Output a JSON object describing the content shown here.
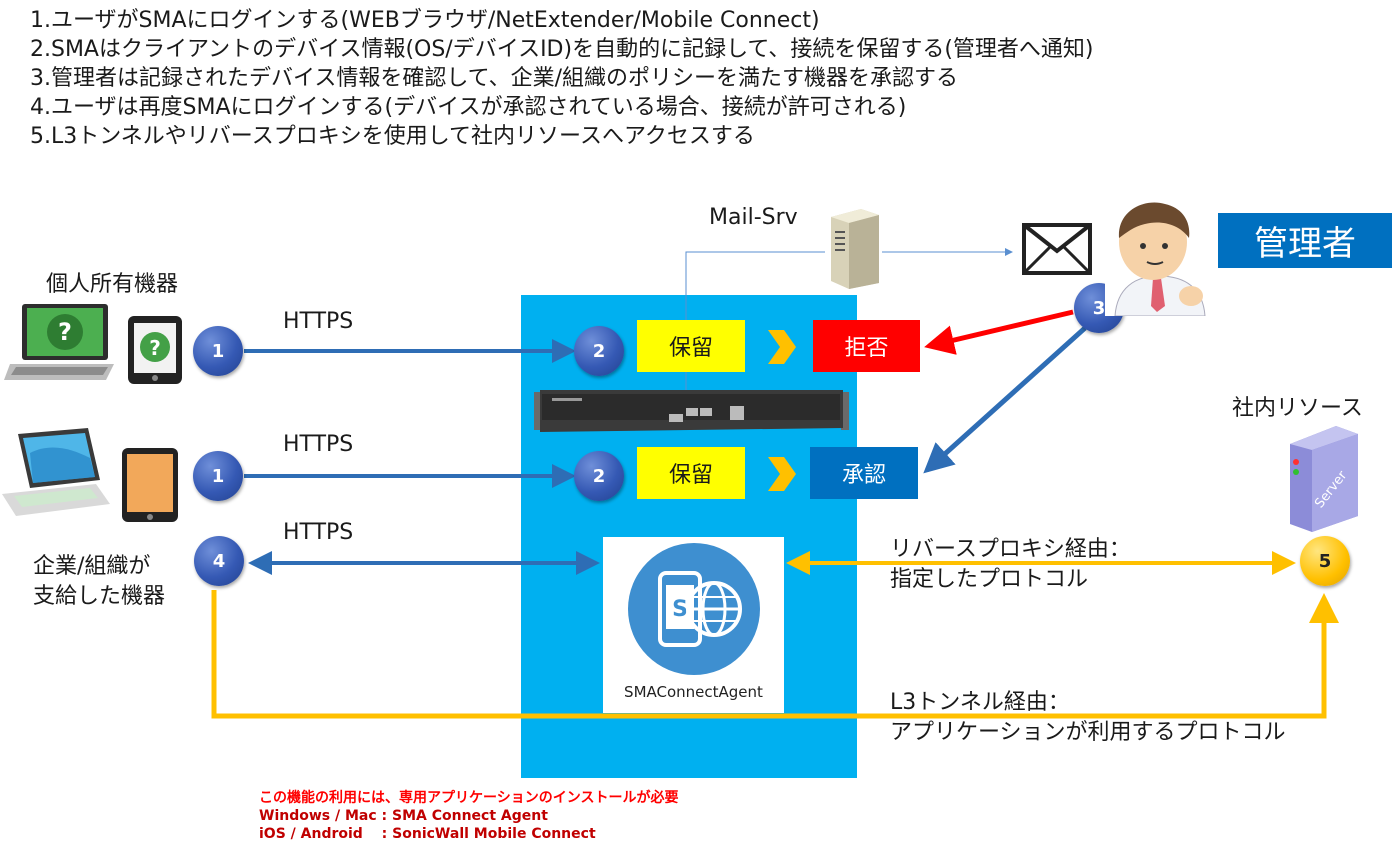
{
  "steps": [
    "1.ユーザがSMAにログインする(WEBブラウザ/NetExtender/Mobile Connect)",
    "2.SMAはクライアントのデバイス情報(OS/デバイスID)を自動的に記録して、接続を保留する(管理者へ通知)",
    "3.管理者は記録されたデバイス情報を確認して、企業/組織のポリシーを満たす機器を承認する",
    "4.ユーザは再度SMAにログインする(デバイスが承認されている場合、接続が許可される)",
    "5.L3トンネルやリバースプロキシを使用して社内リソースへアクセスする"
  ],
  "labels": {
    "personal_devices": "個人所有機器",
    "corporate_devices_line1": "企業/組織が",
    "corporate_devices_line2": "支給した機器",
    "https_1": "HTTPS",
    "https_2": "HTTPS",
    "https_3": "HTTPS",
    "mail_srv": "Mail-Srv",
    "admin": "管理者",
    "internal_resources": "社内リソース",
    "hold_1": "保留",
    "hold_2": "保留",
    "reject": "拒否",
    "approve": "承認",
    "reverse_proxy_line1": "リバースプロキシ経由：",
    "reverse_proxy_line2": "指定したプロトコル",
    "l3_tunnel_line1": "L3トンネル経由：",
    "l3_tunnel_line2": "アプリケーションが利用するプロトコル",
    "agent_name": "SMAConnectAgent",
    "server_text": "Server"
  },
  "badges": {
    "b1a": "1",
    "b1b": "1",
    "b2a": "2",
    "b2b": "2",
    "b3": "3",
    "b4": "4",
    "b5": "5"
  },
  "note": {
    "line1": "この機能の利用には、専用アプリケーションのインストールが必要",
    "line2": "Windows / Mac : SMA Connect Agent",
    "line3": "iOS / Android　 : SonicWall Mobile Connect"
  },
  "colors": {
    "sma_panel": "#00b0f0",
    "blue_arrow": "#2e6db5",
    "red_arrow": "#ff0000",
    "gold_arrow": "#ffc000",
    "admin_box": "#0070c0",
    "hold_box": "#ffff00",
    "reject_box": "#ff0000"
  }
}
